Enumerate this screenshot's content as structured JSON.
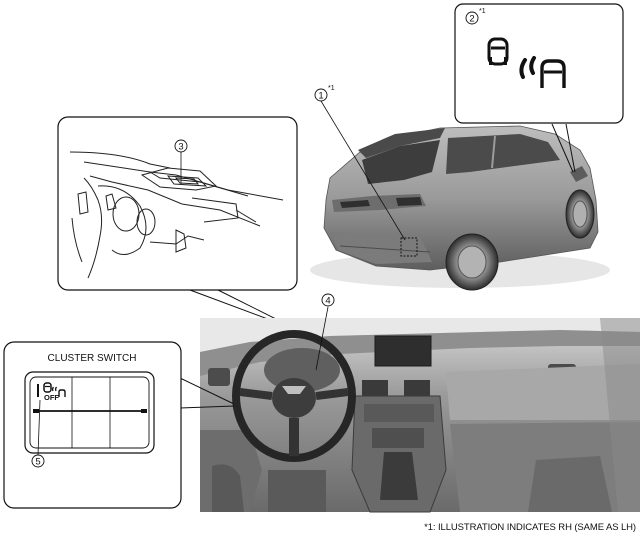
{
  "callouts": {
    "c1": "1",
    "c2": "2",
    "c3": "3",
    "c4": "4",
    "c5": "5"
  },
  "superscripts": {
    "c1": "*1",
    "c2": "*1"
  },
  "cluster_switch": {
    "title": "CLUSTER SWITCH",
    "off_text": "OFF"
  },
  "footnote": "*1: ILLUSTRATION INDICATES RH (SAME AS LH)"
}
